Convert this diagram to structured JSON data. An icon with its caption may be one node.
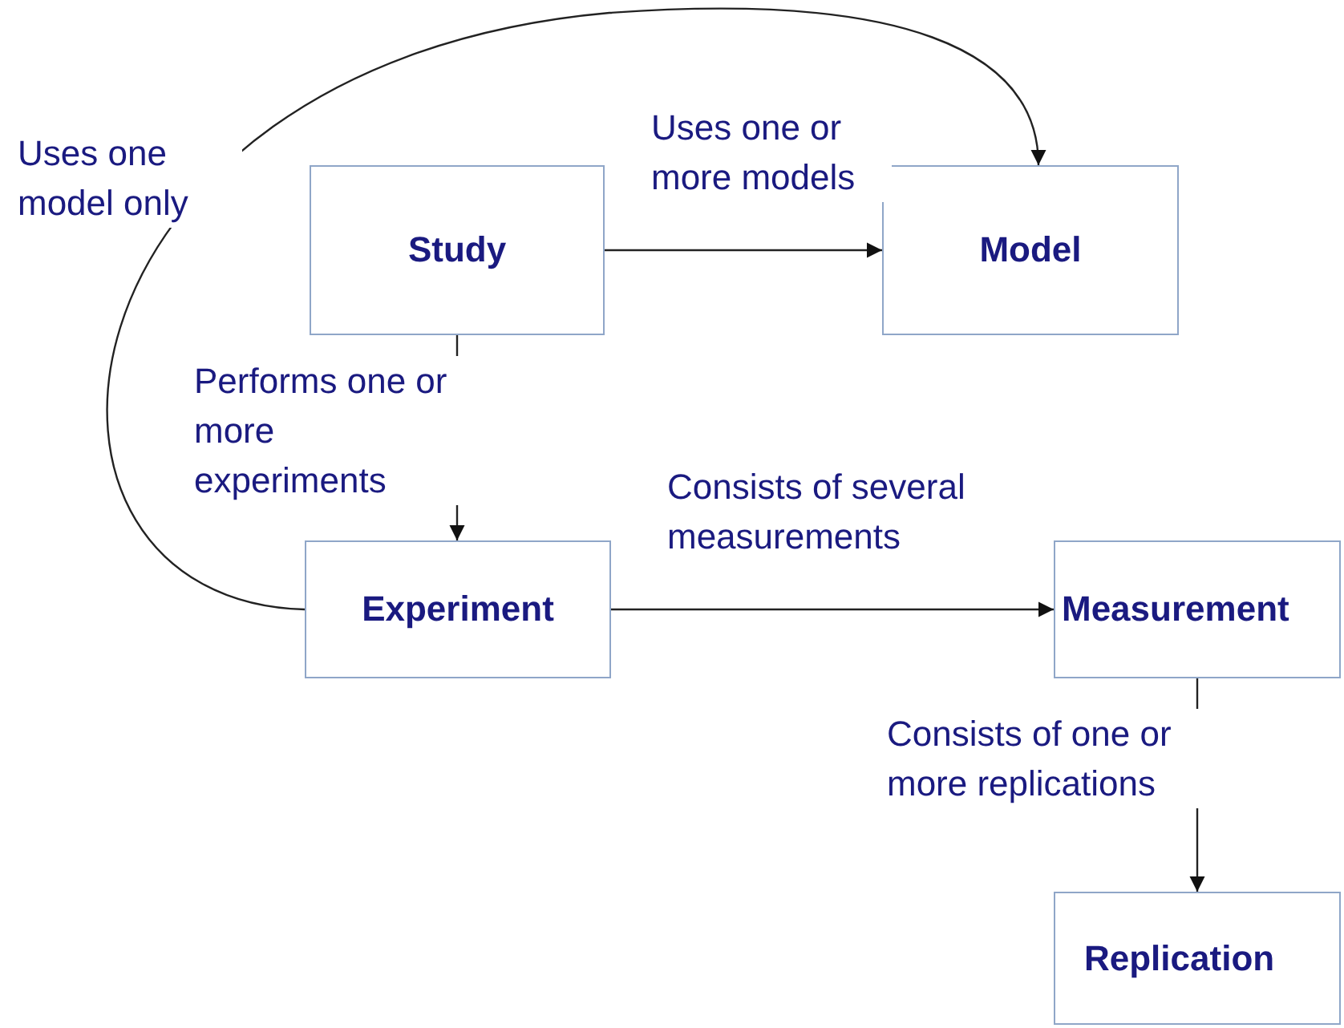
{
  "diagram": {
    "nodes": [
      {
        "text": [
          "Study"
        ]
      },
      {
        "text": [
          "Model"
        ]
      },
      {
        "text": [
          "Experiment"
        ]
      },
      {
        "text": [
          "Measurement"
        ]
      },
      {
        "text": [
          "Replication"
        ]
      }
    ],
    "edges": [
      {
        "from": 0,
        "to": 1,
        "arrow": "to",
        "label": "Uses one or more models"
      },
      {
        "from": 0,
        "to": 2,
        "arrow": "to",
        "label": "Performs one or more experiments"
      },
      {
        "from": 2,
        "to": 3,
        "arrow": "to",
        "label": "Consists of several measurements"
      },
      {
        "from": 3,
        "to": 4,
        "arrow": "to",
        "label": "Consists of one or more replications"
      },
      {
        "from": 2,
        "to": 1,
        "arrow": "to",
        "label": "Uses one model only"
      }
    ]
  }
}
